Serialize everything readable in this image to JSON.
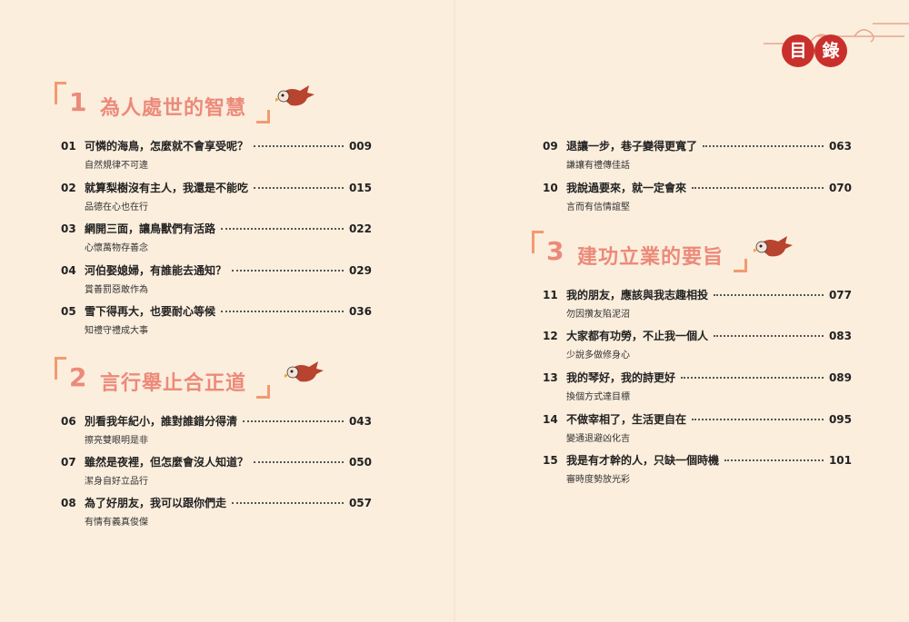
{
  "header": {
    "badge_chars": [
      "目",
      "錄"
    ]
  },
  "colors": {
    "accent": "#ec8a7a",
    "badge": "#c9302c",
    "background": "#fbeedd"
  },
  "sections": [
    {
      "num": "1",
      "title": "為人處世的智慧"
    },
    {
      "num": "2",
      "title": "言行舉止合正道"
    },
    {
      "num": "3",
      "title": "建功立業的要旨"
    }
  ],
  "entries": [
    {
      "num": "01",
      "title": "可憐的海鳥，怎麼就不會享受呢？",
      "page": "009",
      "subtitle": "自然規律不可違"
    },
    {
      "num": "02",
      "title": "就算梨樹沒有主人，我還是不能吃",
      "page": "015",
      "subtitle": "品德在心也在行"
    },
    {
      "num": "03",
      "title": "網開三面，讓鳥獸們有活路",
      "page": "022",
      "subtitle": "心懷萬物存善念"
    },
    {
      "num": "04",
      "title": "河伯娶媳婦，有誰能去通知？",
      "page": "029",
      "subtitle": "賞善罰惡敢作為"
    },
    {
      "num": "05",
      "title": "雪下得再大，也要耐心等候",
      "page": "036",
      "subtitle": "知禮守禮成大事"
    },
    {
      "num": "06",
      "title": "別看我年紀小，誰對誰錯分得清",
      "page": "043",
      "subtitle": "擦亮雙眼明是非"
    },
    {
      "num": "07",
      "title": "雖然是夜裡，但怎麼會沒人知道？",
      "page": "050",
      "subtitle": "潔身自好立品行"
    },
    {
      "num": "08",
      "title": "為了好朋友，我可以跟你們走",
      "page": "057",
      "subtitle": "有情有義真俊傑"
    },
    {
      "num": "09",
      "title": "退讓一步，巷子變得更寬了",
      "page": "063",
      "subtitle": "謙讓有禮傳佳話"
    },
    {
      "num": "10",
      "title": "我說過要來，就一定會來",
      "page": "070",
      "subtitle": "言而有信情誼堅"
    },
    {
      "num": "11",
      "title": "我的朋友，應該與我志趣相投",
      "page": "077",
      "subtitle": "勿因攢友陷泥沼"
    },
    {
      "num": "12",
      "title": "大家都有功勞，不止我一個人",
      "page": "083",
      "subtitle": "少說多做修身心"
    },
    {
      "num": "13",
      "title": "我的琴好，我的詩更好",
      "page": "089",
      "subtitle": "換個方式達目標"
    },
    {
      "num": "14",
      "title": "不做宰相了，生活更自在",
      "page": "095",
      "subtitle": "變通退避凶化吉"
    },
    {
      "num": "15",
      "title": "我是有才幹的人，只缺一個時機",
      "page": "101",
      "subtitle": "審時度勢放光彩"
    }
  ]
}
